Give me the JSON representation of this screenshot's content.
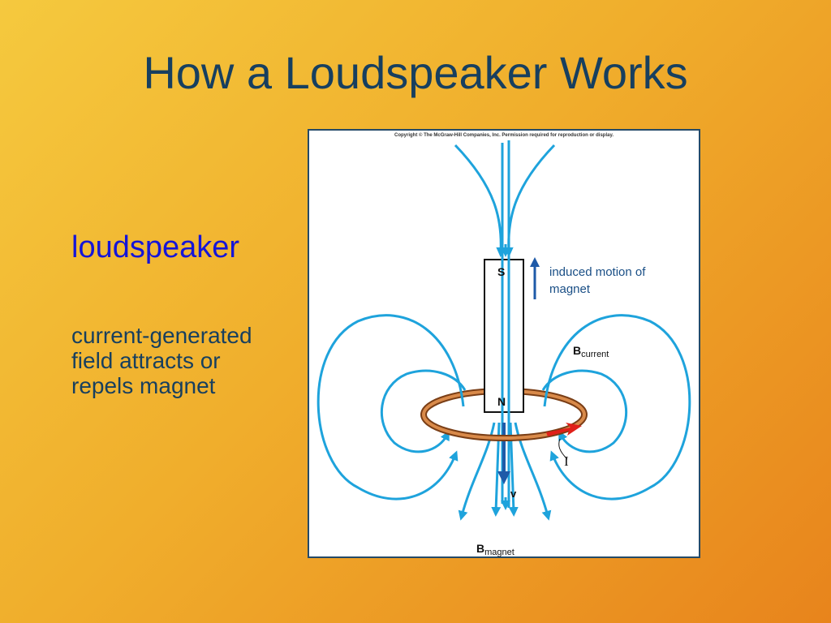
{
  "slide": {
    "title": "How a Loudspeaker Works",
    "heading": "loudspeaker",
    "body": "current-generated field attracts or repels magnet"
  },
  "figure": {
    "copyright": "Copyright © The McGraw-Hill Companies, Inc. Permission required for reproduction or display.",
    "pole_south": "S",
    "pole_north": "N",
    "motion_label": "induced motion of magnet",
    "b_current_symbol": "B",
    "b_current_subscript": "current",
    "b_magnet_symbol": "B",
    "b_magnet_subscript": "magnet",
    "velocity_label": "v",
    "current_label": "I"
  },
  "colors": {
    "title": "#173f5f",
    "heading": "#1515d8",
    "field_line": "#1ea3dc",
    "magnet_line": "#1e5aa8",
    "coil": "#c26a2c",
    "current_arrow": "#e0201a"
  }
}
